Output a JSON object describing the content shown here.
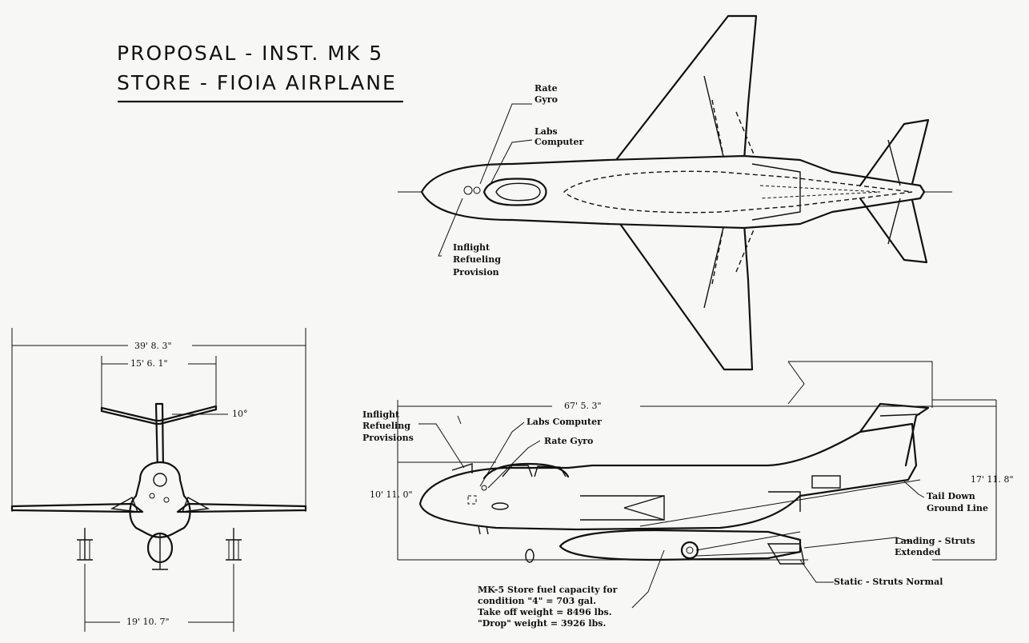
{
  "title": {
    "line1": "PROPOSAL - INST. MK 5",
    "line2": "STORE - FIOIA AIRPLANE"
  },
  "top_view": {
    "labels": {
      "rate_gyro_1": "Rate",
      "rate_gyro_2": "Gyro",
      "labs_computer_1": "Labs",
      "labs_computer_2": "Computer",
      "inflight_1": "Inflight",
      "inflight_2": "Refueling",
      "inflight_3": "Provision"
    }
  },
  "front_view": {
    "dimensions": {
      "span": "39' 8. 3\"",
      "tail_span": "15' 6. 1\"",
      "dihedral": "10°",
      "track": "19' 10. 7\""
    }
  },
  "side_view": {
    "labels": {
      "inflight_1": "Inflight",
      "inflight_2": "Refueling",
      "inflight_3": "Provisions",
      "labs_computer": "Labs Computer",
      "rate_gyro": "Rate Gyro",
      "tail_down_1": "Tail Down",
      "tail_down_2": "Ground Line",
      "landing_1": "Landing - Struts",
      "landing_2": "Extended",
      "static": "Static - Struts Normal"
    },
    "dimensions": {
      "length": "67' 5. 3\"",
      "height": "17' 11. 8\"",
      "nose_height": "10' 11. 0\""
    },
    "note": {
      "line1": "MK-5 Store fuel capacity for",
      "line2": "condition \"4\" = 703 gal.",
      "line3": "Take off weight = 8496 lbs.",
      "line4": "\"Drop\" weight = 3926 lbs."
    }
  }
}
